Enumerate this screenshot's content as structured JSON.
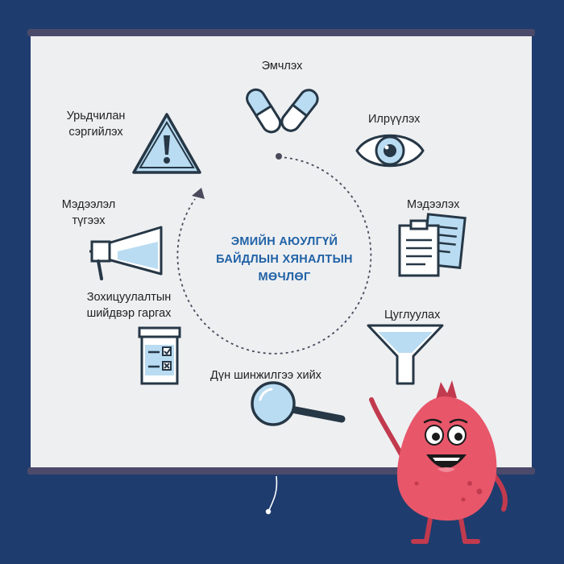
{
  "cycle": {
    "title_lines": [
      "ЭМИЙН АЮУЛГҮЙ",
      "БАЙДЛЫН ХЯНАЛТЫН",
      "МӨЧЛӨГ"
    ],
    "steps": [
      {
        "lines": [
          "Эмчлэх"
        ],
        "icon": "pills-icon"
      },
      {
        "lines": [
          "Илрүүлэх"
        ],
        "icon": "eye-icon"
      },
      {
        "lines": [
          "Мэдээлэх"
        ],
        "icon": "documents-icon"
      },
      {
        "lines": [
          "Цуглуулах"
        ],
        "icon": "funnel-icon"
      },
      {
        "lines": [
          "Дүн шинжилгээ хийх"
        ],
        "icon": "magnifier-icon"
      },
      {
        "lines": [
          "Зохицуулалтын",
          "шийдвэр гаргах"
        ],
        "icon": "checklist-jar-icon"
      },
      {
        "lines": [
          "Мэдээлэл",
          "түгээх"
        ],
        "icon": "megaphone-icon"
      },
      {
        "lines": [
          "Урьдчилан",
          "сэргийлэх"
        ],
        "icon": "warning-sign-icon"
      }
    ]
  },
  "colors": {
    "background": "#1f3c6e",
    "board": "#eeeff1",
    "title": "#2062a6",
    "icon_fill": "#b9dcf2",
    "icon_stroke": "#263746",
    "mascot": "#e8566a"
  }
}
